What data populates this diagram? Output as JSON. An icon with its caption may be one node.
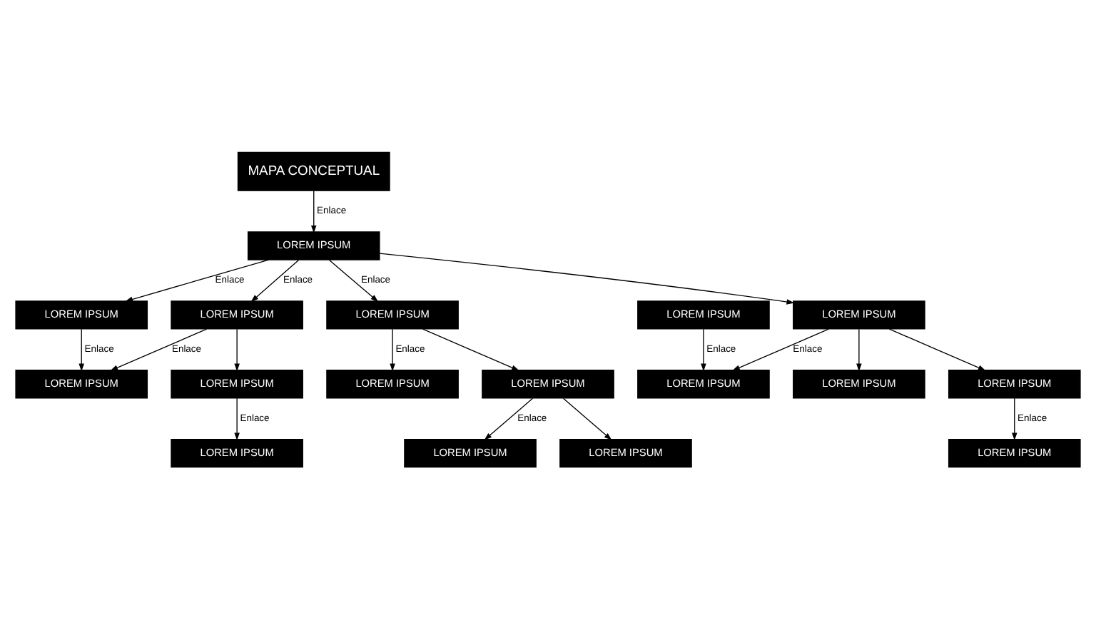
{
  "diagram": {
    "nodes": [
      {
        "text": [
          "MAPA CONCEPTUAL"
        ]
      },
      {
        "text": [
          "LOREM IPSUM"
        ]
      },
      {
        "text": [
          "LOREM IPSUM"
        ]
      },
      {
        "text": [
          "LOREM IPSUM"
        ]
      },
      {
        "text": [
          "LOREM IPSUM"
        ]
      },
      {
        "text": [
          "LOREM IPSUM"
        ]
      },
      {
        "text": [
          "LOREM IPSUM"
        ]
      },
      {
        "text": [
          "LOREM IPSUM"
        ]
      },
      {
        "text": [
          "LOREM IPSUM"
        ]
      },
      {
        "text": [
          "LOREM IPSUM"
        ]
      },
      {
        "text": [
          "LOREM IPSUM"
        ]
      },
      {
        "text": [
          "LOREM IPSUM"
        ]
      },
      {
        "text": [
          "LOREM IPSUM"
        ]
      },
      {
        "text": [
          "LOREM IPSUM"
        ]
      },
      {
        "text": [
          "LOREM IPSUM"
        ]
      },
      {
        "text": [
          "LOREM IPSUM"
        ]
      },
      {
        "text": [
          "LOREM IPSUM"
        ]
      },
      {
        "text": [
          "LOREM IPSUM"
        ]
      }
    ],
    "edges": [
      {
        "from": 0,
        "to": 1,
        "arrow": "to",
        "label": "Enlace"
      },
      {
        "from": 1,
        "to": 2,
        "arrow": "to",
        "label": "Enlace"
      },
      {
        "from": 2,
        "to": 3,
        "arrow": "to",
        "label": "Enlace"
      },
      {
        "from": 1,
        "to": 4,
        "arrow": "to",
        "label": "Enlace"
      },
      {
        "from": 1,
        "to": 12,
        "arrow": "to"
      },
      {
        "from": 4,
        "to": 3,
        "arrow": "to",
        "label": "Enlace"
      },
      {
        "from": 4,
        "to": 5,
        "arrow": "to"
      },
      {
        "from": 1,
        "to": 7,
        "arrow": "to",
        "label": "Enlace"
      },
      {
        "from": 7,
        "to": 8,
        "arrow": "to",
        "label": "Enlace"
      },
      {
        "from": 7,
        "to": 9,
        "arrow": "to"
      },
      {
        "from": 9,
        "to": 10,
        "arrow": "to",
        "label": "Enlace"
      },
      {
        "from": 9,
        "to": 11,
        "arrow": "to"
      },
      {
        "from": 5,
        "to": 6,
        "arrow": "to",
        "label": "Enlace"
      },
      {
        "from": 12,
        "to": 13,
        "arrow": "to",
        "label": "Enlace"
      },
      {
        "from": 12,
        "to": 14,
        "arrow": "to"
      },
      {
        "from": 12,
        "to": 16,
        "arrow": "to"
      },
      {
        "from": 15,
        "to": 13,
        "arrow": "to",
        "label": "Enlace"
      },
      {
        "from": 16,
        "to": 17,
        "arrow": "to",
        "label": "Enlace"
      }
    ]
  }
}
